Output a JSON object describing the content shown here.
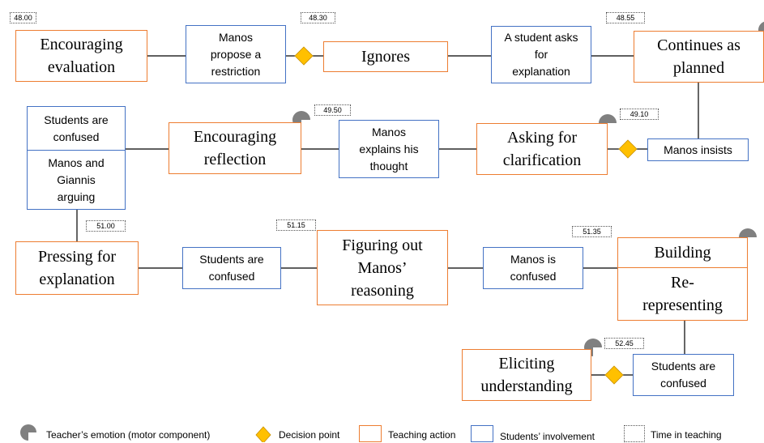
{
  "colors": {
    "teaching_action_border": "#ED7D31",
    "student_involvement_border": "#4472C4",
    "decision_point": "#FFC000",
    "emotion_icon": "#808080",
    "connector": "#000000"
  },
  "times": {
    "t1": "48.00",
    "t2": "48.30",
    "t3": "48.55",
    "t4": "49.50",
    "t5": "49.10",
    "t6": "51.00",
    "t7": "51.15",
    "t8": "51.35",
    "t9": "52.45"
  },
  "teaching_actions": {
    "encouraging_evaluation": "Encouraging\nevaluation",
    "ignores": "Ignores",
    "continues_as_planned": "Continues as\nplanned",
    "encouraging_reflection": "Encouraging\nreflection",
    "asking_for_clarification": "Asking for\nclarification",
    "pressing_for_explanation": "Pressing for\nexplanation",
    "figuring_out_reasoning": "Figuring out\nManos’\nreasoning",
    "building": "Building",
    "re_representing": "Re-\nrepresenting",
    "eliciting_understanding": "Eliciting\nunderstanding"
  },
  "student_involvements": {
    "manos_propose_restriction": "Manos\npropose a\nrestriction",
    "student_asks_explanation": "A student asks\nfor\nexplanation",
    "students_confused_1": "Students are\nconfused",
    "manos_giannis_arguing": "Manos and\nGiannis\narguing",
    "manos_explains_thought": "Manos\nexplains his\nthought",
    "manos_insists": "Manos insists",
    "students_confused_2": "Students are\nconfused",
    "manos_is_confused": "Manos is\nconfused",
    "students_confused_3": "Students are\nconfused"
  },
  "legend": {
    "emotion": "Teacher’s emotion (motor component)",
    "decision": "Decision point",
    "teaching": "Teaching action",
    "students": "Students’ involvement",
    "time": "Time in teaching"
  }
}
